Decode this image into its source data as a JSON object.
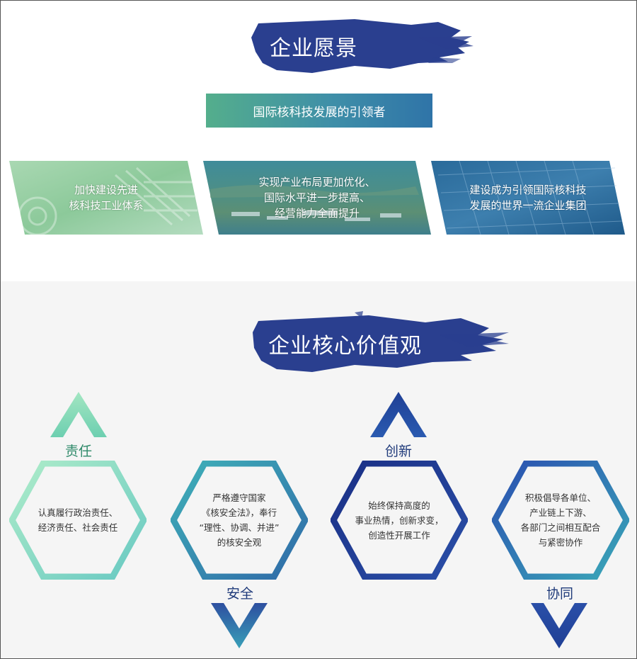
{
  "vision": {
    "title": "企业愿景",
    "slogan": "国际核科技发展的引领者",
    "panels": [
      {
        "lines": [
          "加快建设先进",
          "核科技工业体系"
        ]
      },
      {
        "lines": [
          "实现产业布局更加优化、",
          "国际水平进一步提高、",
          "经营能力全面提升"
        ]
      },
      {
        "lines": [
          "建设成为引领国际核科技",
          "发展的世界一流企业集团"
        ]
      }
    ]
  },
  "values": {
    "title": "企业核心价值观",
    "items": [
      {
        "label": "责任",
        "lines": [
          "认真履行政治责任、",
          "经济责任、社会责任"
        ],
        "color": "#5fc7a3"
      },
      {
        "label": "安全",
        "lines": [
          "严格遵守国家",
          "《核安全法》，奉行",
          "“理性、协调、并进”",
          "的核安全观"
        ],
        "color": "#2e8fb0"
      },
      {
        "label": "创新",
        "lines": [
          "始终保持高度的",
          "事业热情，创新求变，",
          "创造性开展工作"
        ],
        "color": "#1f3f95"
      },
      {
        "label": "协同",
        "lines": [
          "积极倡导各单位、",
          "产业链上下游、",
          "各部门之间相互配合",
          "与紧密协作"
        ],
        "color": "#2b5bb0"
      }
    ]
  },
  "colors": {
    "brush": "#2a3f8f",
    "label_green": "#2f8a6a",
    "label_blue": "#1f3a7a"
  }
}
